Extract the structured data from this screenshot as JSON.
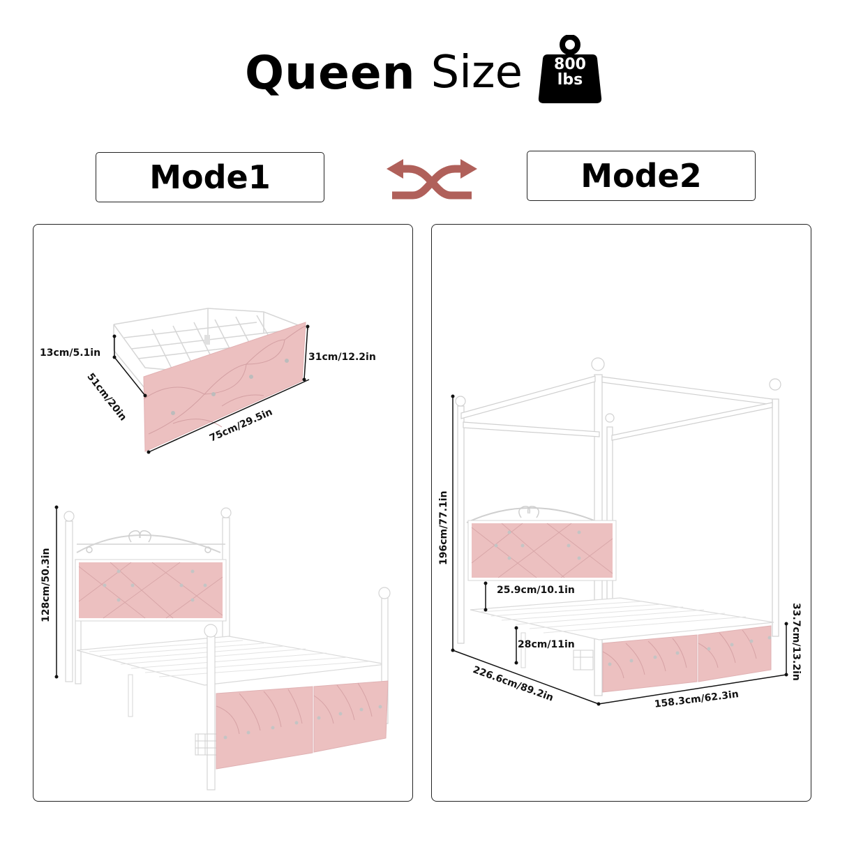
{
  "header": {
    "title_bold": "Queen",
    "title_light": "Size",
    "weight_badge": {
      "icon": "weight-icon",
      "value": "800",
      "unit": "lbs"
    }
  },
  "modes": {
    "mode1_label": "Mode1",
    "mode2_label": "Mode2",
    "swap_icon": "swap-arrows-icon",
    "swap_color": "#b0605a"
  },
  "panel1": {
    "drawer": {
      "height": "13cm/5.1in",
      "depth": "51cm/20in",
      "width": "75cm/29.5in",
      "front_height": "31cm/12.2in"
    },
    "bed": {
      "headboard_height": "128cm/50.3in"
    }
  },
  "panel2": {
    "canopy_height": "196cm/77.1in",
    "headboard_gap": "25.9cm/10.1in",
    "under_bed_clearance": "28cm/11in",
    "footboard_height": "33.7cm/13.2in",
    "length": "226.6cm/89.2in",
    "width": "158.3cm/62.3in"
  },
  "colors": {
    "pink": "#ecc0c0",
    "pink_dark": "#d9a2a4",
    "frame": "#ffffff",
    "frame_edge": "#cfcfcf",
    "ink": "#111111"
  }
}
